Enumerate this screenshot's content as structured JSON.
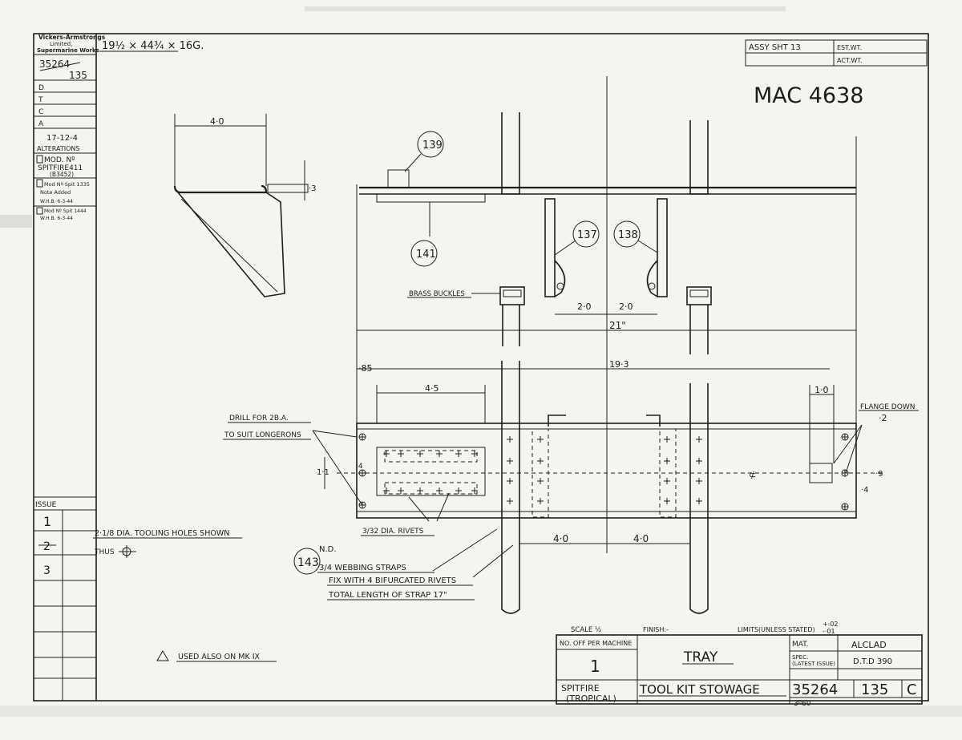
{
  "sidebar": {
    "company": [
      "Vickers-Armstrongs",
      "Limited,",
      "Supermarine Works"
    ],
    "drawing_no_top": "35264",
    "drawing_no_bottom": "135",
    "rows": [
      "D",
      "T",
      "C",
      "A"
    ],
    "date": "17-12-4",
    "alterations_label": "ALTERATIONS",
    "alt1_a": "MOD. Nº",
    "alt1_b": "SPITFIRE411",
    "alt1_c": "(B3452)",
    "alt2_a": "Mod Nº Spit 1335",
    "alt2_b": "Note Added",
    "alt2_c": "W.H.B.     6-3-44",
    "alt3_a": "Mod Nº Spit 1444",
    "alt3_b": "W.H.B.     6-3-44",
    "issue_label": "ISSUE",
    "issues": [
      "1",
      "2",
      "3"
    ]
  },
  "header": {
    "material_size": "19½ × 44¾ × 16G.",
    "assy_sheet": "ASSY SHT 13",
    "est_wt": "EST.WT.",
    "act_wt": "ACT.WT.",
    "mac_number": "MAC 4638"
  },
  "callouts": {
    "c139": "139",
    "c141": "141",
    "c137": "137",
    "c138": "138",
    "c143": "143"
  },
  "dimensions": {
    "d_side_width": "4·0",
    "d_side_depth": "·3",
    "d_2_0a": "2·0",
    "d_2_0b": "2·0",
    "d_21": "21\"",
    "d_85": "·85",
    "d_193": "19·3",
    "d_45": "4·5",
    "d_10": "1·0",
    "d_11": "1·1",
    "d_4small": "·4",
    "d_2small": "·2",
    "d_9": "·9",
    "d_4b": "·4",
    "d_40a": "4·0",
    "d_40b": "4·0"
  },
  "notes": {
    "brass_buckles": "BRASS BUCKLES",
    "drill_a": "DRILL FOR 2B.A.",
    "drill_b": "TO SUIT LONGERONS",
    "flange_down": "FLANGE DOWN",
    "rivets": "3/32 DIA. RIVETS",
    "tooling_holes": "2·1/8 DIA. TOOLING HOLES SHOWN",
    "thus": "THUS",
    "nd": "N.D.",
    "webbing": "3/4 WEBBING STRAPS",
    "fix": "FIX WITH 4 BIFURCATED RIVETS",
    "strap_length": "TOTAL LENGTH OF STRAP 17\"",
    "used_also": "USED ALSO ON MK IX",
    "centreline": "⊄"
  },
  "title_block": {
    "scale": "SCALE ½",
    "finish": "FINISH:-",
    "limits": "LIMITS(UNLESS STATED)",
    "limit_plus": "+·02",
    "limit_minus": "-·01",
    "no_off_label": "NO. OFF PER MACHINE",
    "no_off_value": "1",
    "aircraft_a": "SPITFIRE",
    "aircraft_b": "(TROPICAL)",
    "title_a": "TRAY",
    "title_b": "TOOL KIT STOWAGE",
    "mat_label": "MAT.",
    "mat_value": "ALCLAD",
    "spec_label": "SPEC.",
    "spec_sub": "(LATEST ISSUE)",
    "spec_value": "D.T.D 390",
    "drawing_no": "35264",
    "part_no": "135",
    "issue_letter": "C",
    "handwritten": "3ᴰ60"
  }
}
